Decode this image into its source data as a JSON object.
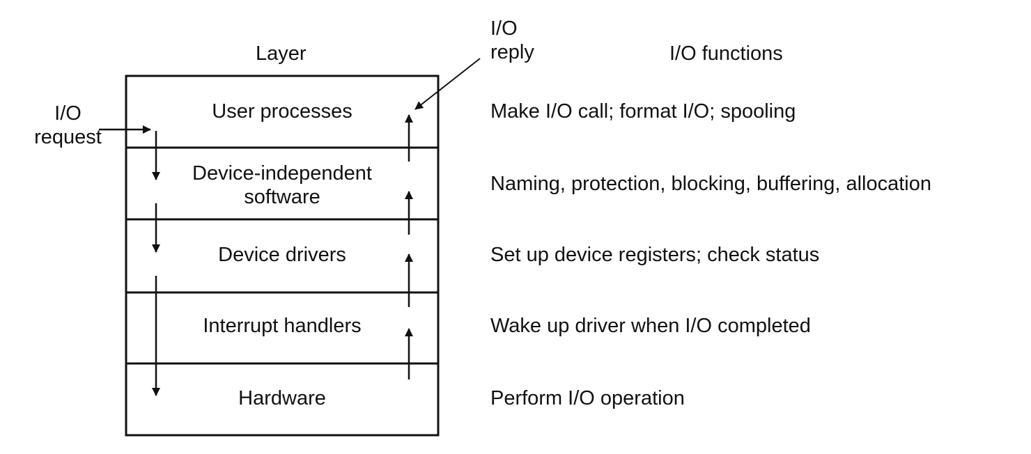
{
  "headers": {
    "layer": "Layer",
    "functions": "I/O functions"
  },
  "request": {
    "line1": "I/O",
    "line2": "request"
  },
  "reply": {
    "line1": "I/O",
    "line2": "reply"
  },
  "layers": [
    {
      "name_line1": "User processes",
      "name_line2": "",
      "function": "Make I/O call; format I/O; spooling"
    },
    {
      "name_line1": "Device-independent",
      "name_line2": "software",
      "function": "Naming, protection, blocking, buffering, allocation"
    },
    {
      "name_line1": "Device drivers",
      "name_line2": "",
      "function": "Set up device registers; check status"
    },
    {
      "name_line1": "Interrupt handlers",
      "name_line2": "",
      "function": "Wake up driver when I/O completed"
    },
    {
      "name_line1": "Hardware",
      "name_line2": "",
      "function": "Perform I/O operation"
    }
  ],
  "colors": {
    "line": "#111111",
    "background": "#ffffff"
  }
}
